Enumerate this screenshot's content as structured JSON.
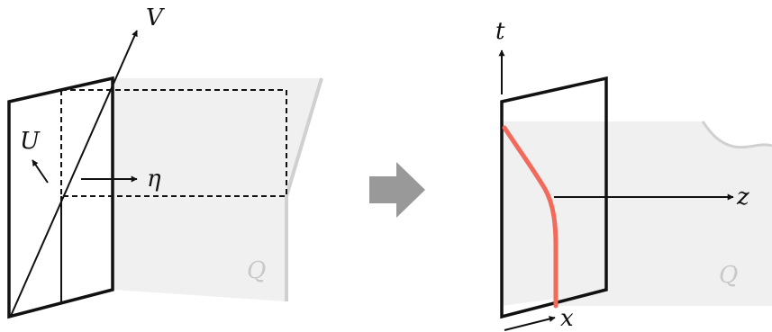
{
  "left_panel": {
    "label_v": "V",
    "label_u": "U",
    "label_eta": "η",
    "label_q": "Q"
  },
  "arrow_connector": {
    "color": "#999999"
  },
  "right_panel": {
    "label_t": "t",
    "label_z": "z",
    "label_x": "x",
    "label_q": "Q",
    "curve_color": "#f26a5a"
  },
  "colors": {
    "ink": "#111111",
    "sheet_fill": "#f0f0f0",
    "sheet_edge": "#d0d0d0",
    "q_label": "#c8c8c8"
  }
}
